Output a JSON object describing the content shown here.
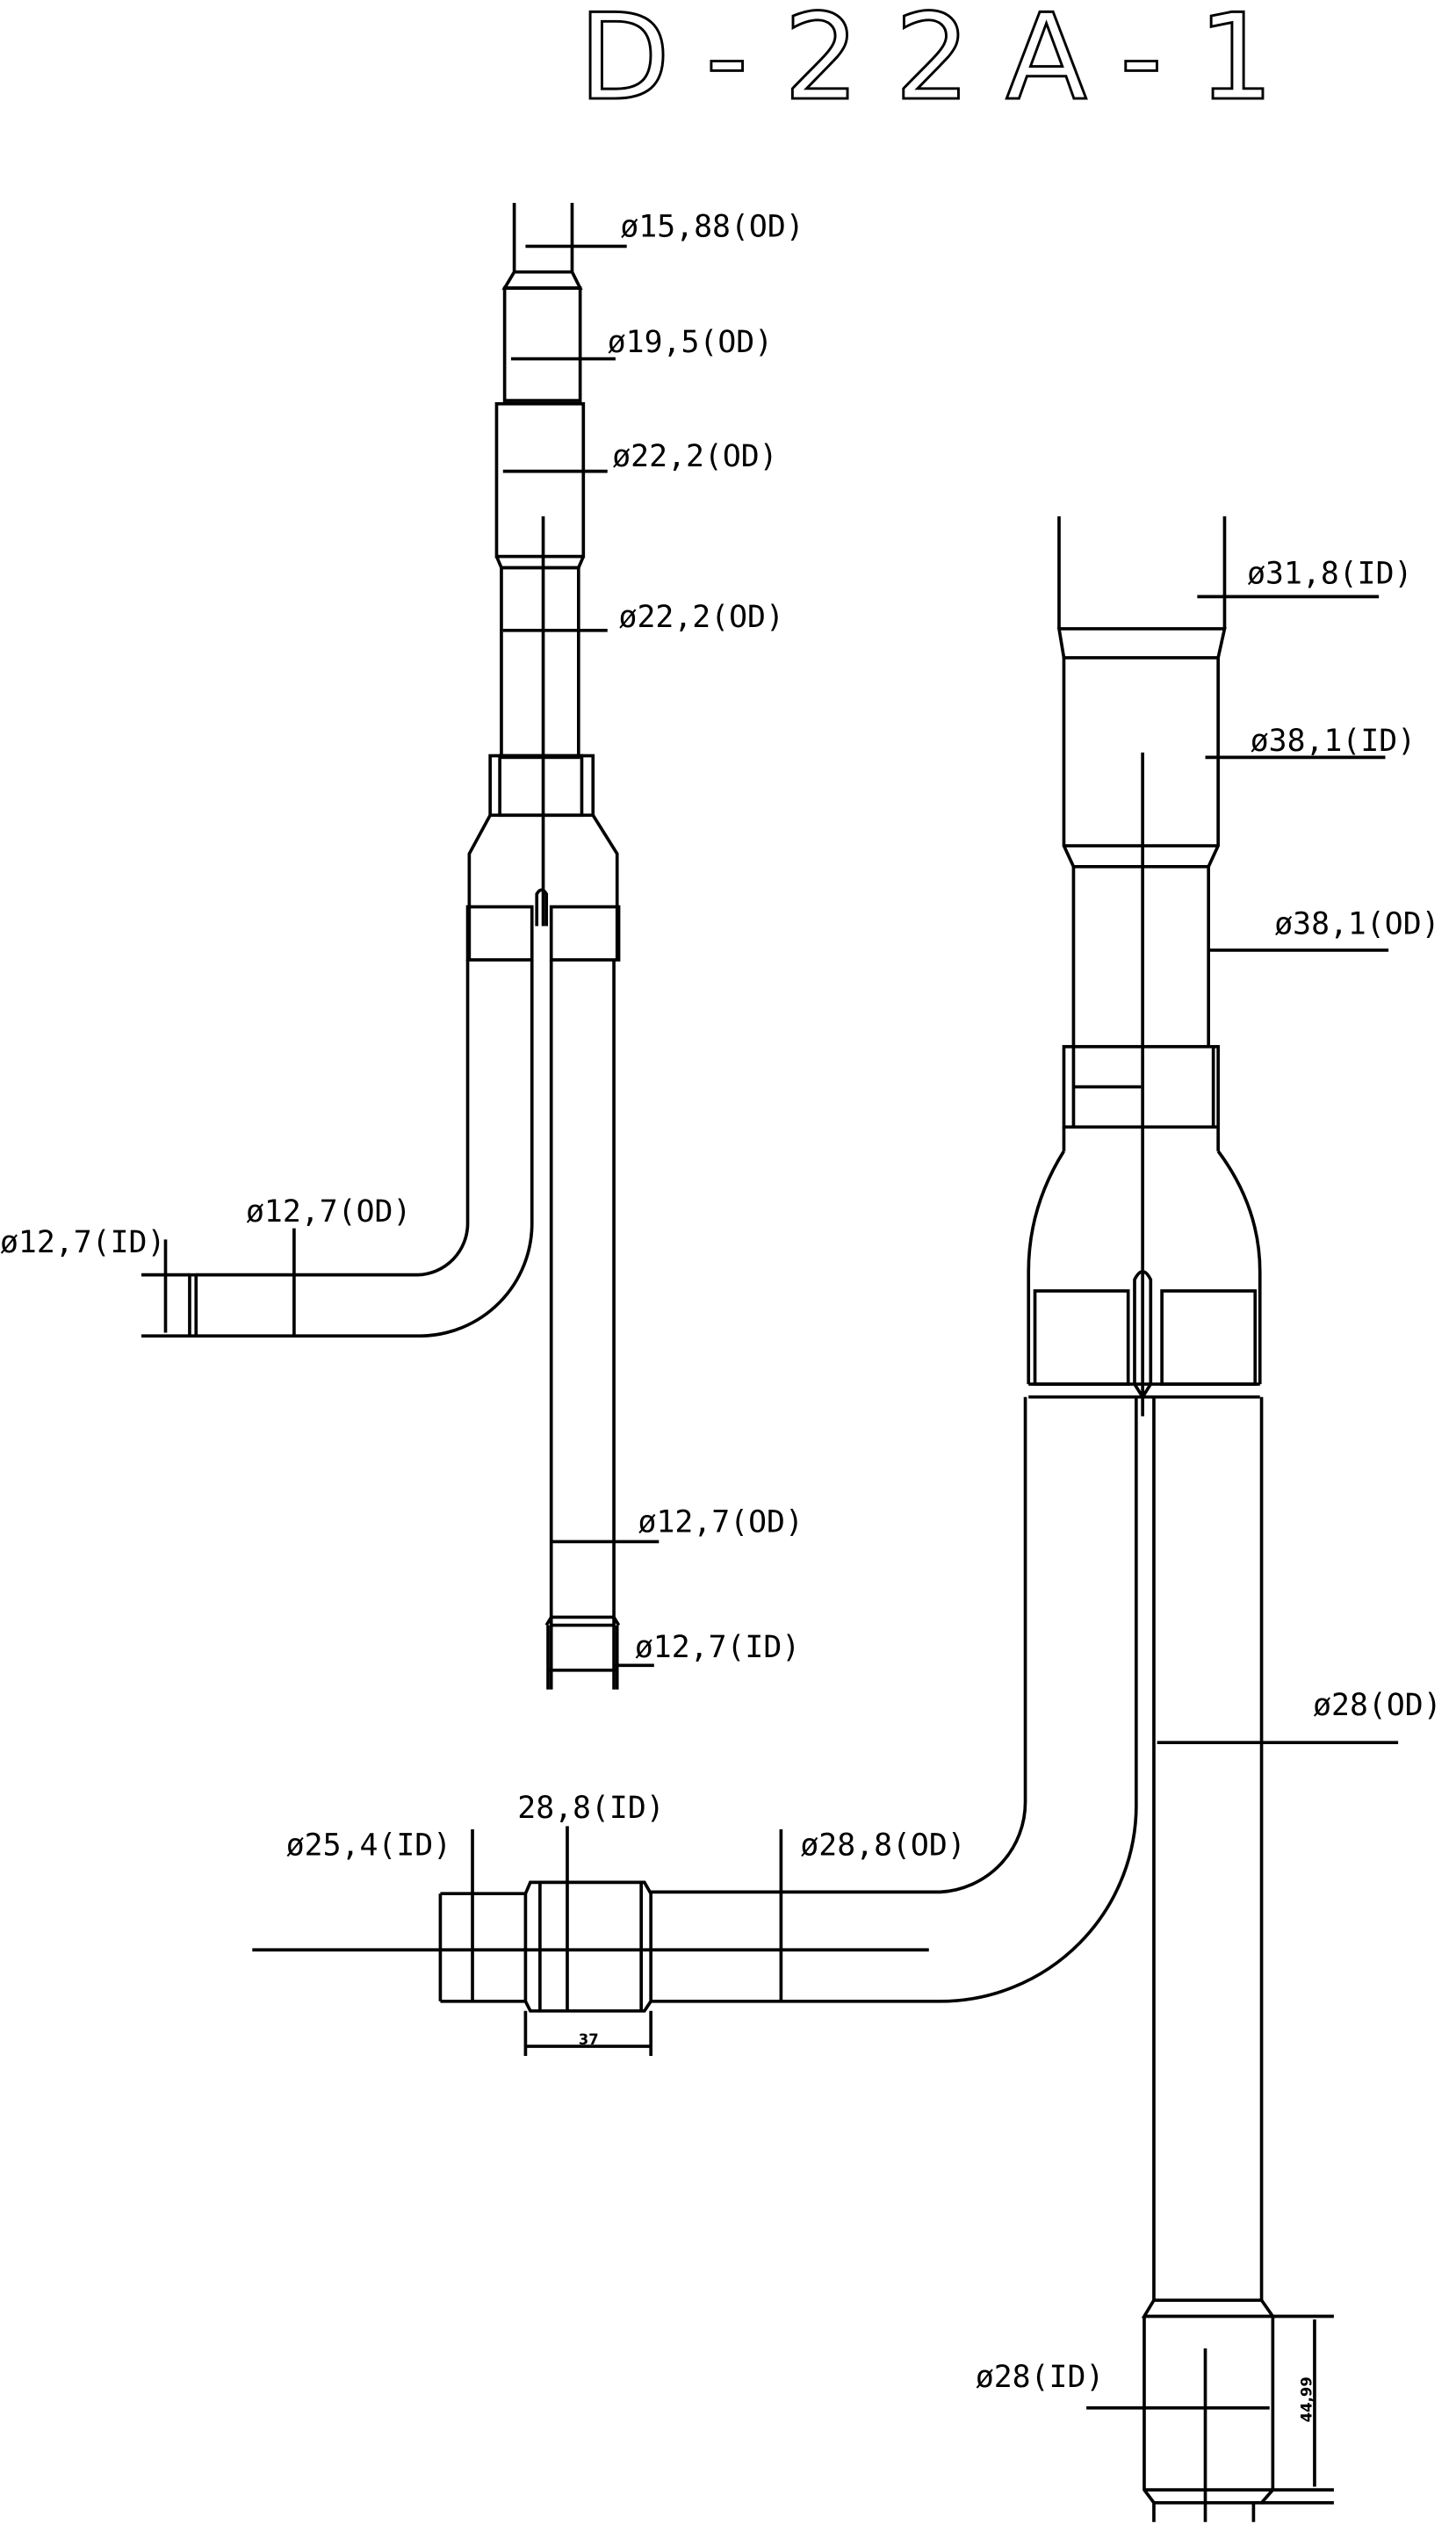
{
  "title": "D-22A-1",
  "left_assembly": {
    "labels": [
      "ø15,88(OD)",
      "ø19,5(OD)",
      "ø22,2(OD)",
      "ø22,2(OD)",
      "ø12,7(ID)",
      "ø12,7(OD)",
      "ø12,7(OD)",
      "ø12,7(ID)"
    ]
  },
  "right_assembly": {
    "labels": [
      "ø31,8(ID)",
      "ø38,1(ID)",
      "ø38,1(OD)",
      "ø28(OD)",
      "ø25,4(ID)",
      "28,8(ID)",
      "ø28,8(OD)",
      "ø28(ID)"
    ],
    "dim_length": "37",
    "dim_height": "44,99"
  }
}
